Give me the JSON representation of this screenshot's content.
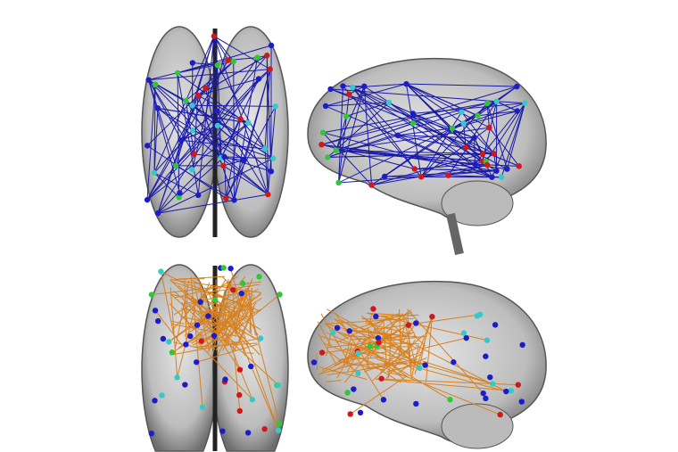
{
  "figure": {
    "panels": [
      {
        "view": "axial",
        "network": "top",
        "edge_color": "#1a1aa8"
      },
      {
        "view": "sagittal",
        "network": "top",
        "edge_color": "#1a1aa8"
      },
      {
        "view": "axial",
        "network": "bottom",
        "edge_color": "#d9801e"
      },
      {
        "view": "sagittal",
        "network": "bottom",
        "edge_color": "#d9801e"
      }
    ],
    "node_colors": {
      "blue": "#1c1cc8",
      "green": "#2fc63a",
      "cyan": "#35c9c9",
      "red": "#d01818"
    },
    "brain_color": "#9a9a9a"
  }
}
